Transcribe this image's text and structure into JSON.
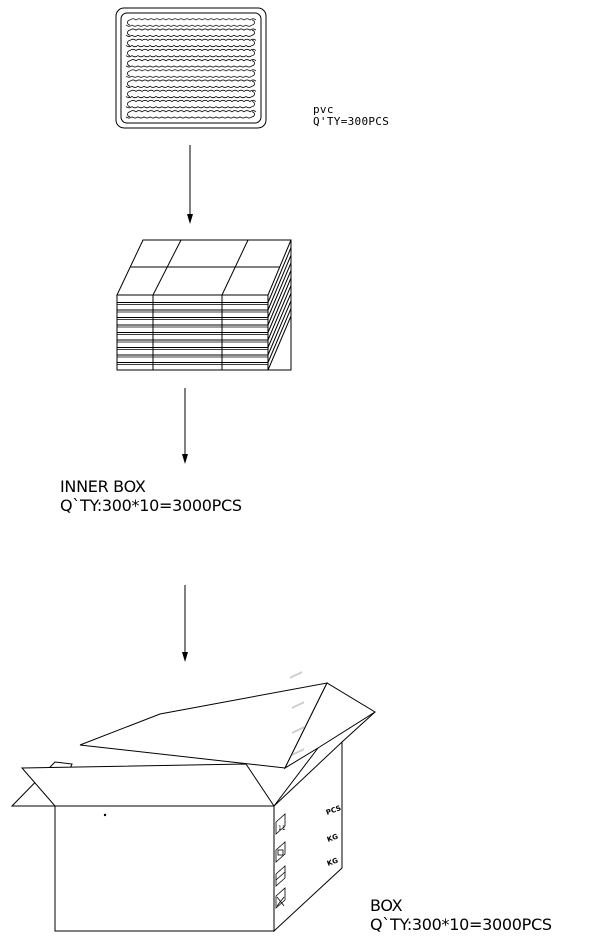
{
  "stages": [
    {
      "id": "pvc",
      "lines": [
        "pvc",
        "Q'TY=300PCS"
      ]
    },
    {
      "id": "inner-box",
      "lines": [
        "INNER BOX",
        "Q`TY:300*10=3000PCS"
      ]
    },
    {
      "id": "box",
      "lines": [
        "BOX",
        "Q`TY:300*10=3000PCS"
      ]
    }
  ],
  "carton_marks": {
    "labels": [
      "PCS",
      "KG",
      "KG"
    ]
  }
}
